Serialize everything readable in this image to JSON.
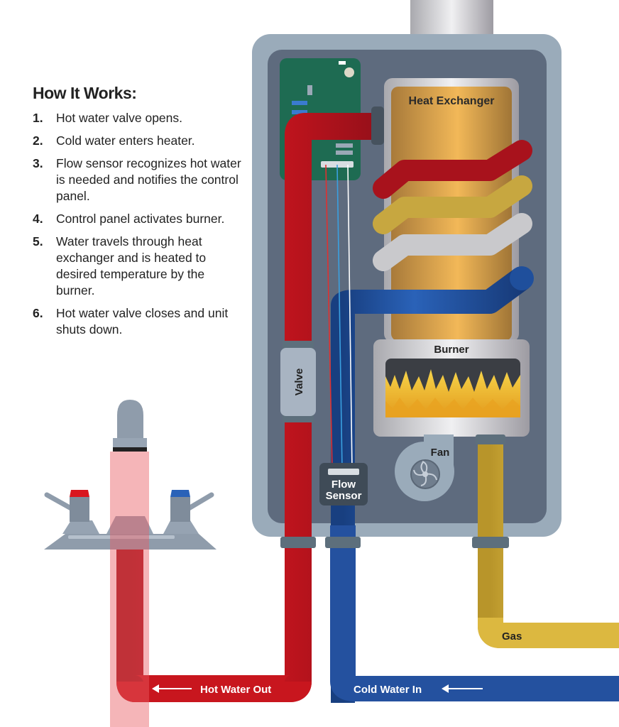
{
  "title": "How It Works:",
  "steps": [
    {
      "num": "1.",
      "text": "Hot water valve opens."
    },
    {
      "num": "2.",
      "text": "Cold water enters heater."
    },
    {
      "num": "3.",
      "text": "Flow sensor recognizes hot water is needed and notifies the control panel."
    },
    {
      "num": "4.",
      "text": "Control panel activates burner."
    },
    {
      "num": "5.",
      "text": "Water travels through heat exchanger and is heated to desired temperature by the burner."
    },
    {
      "num": "6.",
      "text": "Hot water valve closes and unit shuts down."
    }
  ],
  "labels": {
    "heat_exchanger": "Heat Exchanger",
    "burner": "Burner",
    "valve": "Valve",
    "fan": "Fan",
    "flow_sensor_1": "Flow",
    "flow_sensor_2": "Sensor",
    "gas": "Gas",
    "hot_water_out": "Hot Water Out",
    "cold_water_in": "Cold Water In"
  },
  "colors": {
    "hot": "#c8161e",
    "cold": "#1f4f9c",
    "gas": "#d9b53a",
    "housing": "#9aabba",
    "interior": "#5e6b7e",
    "board": "#1e6b52"
  }
}
